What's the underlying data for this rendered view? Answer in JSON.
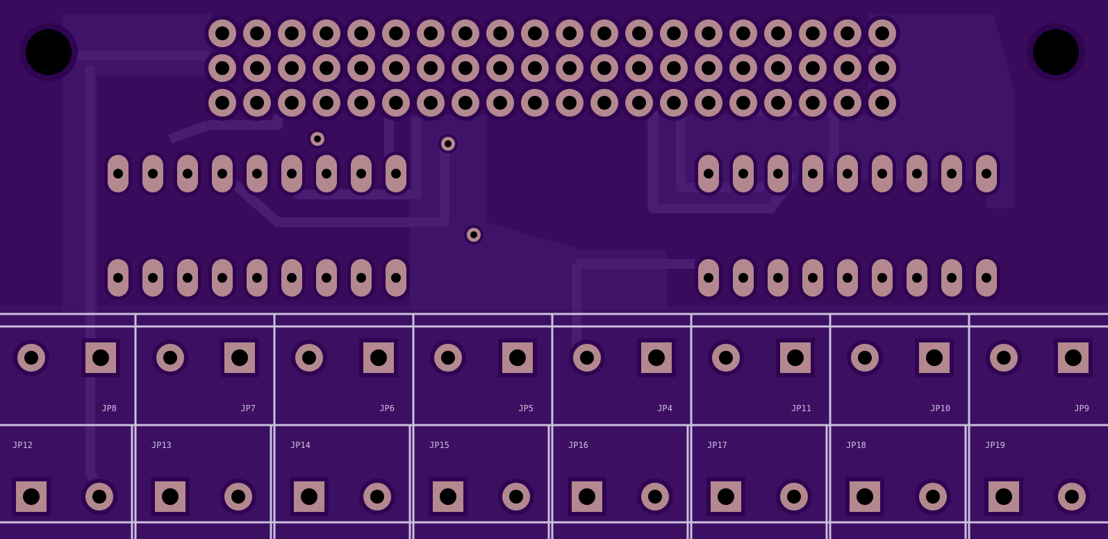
{
  "board": {
    "colors": {
      "background": "#3a0b5c",
      "copper_pour": "#3f1468",
      "trace": "#4a1d73",
      "pad": "#b4888f",
      "drill": "#000000",
      "silkscreen": "#c9c0de",
      "clearance": "#2f0552"
    },
    "header": {
      "columns": 20,
      "rows": 3
    },
    "sockets": {
      "pins_per_row": 9
    },
    "top_row_labels": [
      "JP8",
      "JP7",
      "JP6",
      "JP5",
      "JP4",
      "JP11",
      "JP10",
      "JP9"
    ],
    "bottom_row_labels": [
      "JP12",
      "JP13",
      "JP14",
      "JP15",
      "JP16",
      "JP17",
      "JP18",
      "JP19"
    ]
  }
}
